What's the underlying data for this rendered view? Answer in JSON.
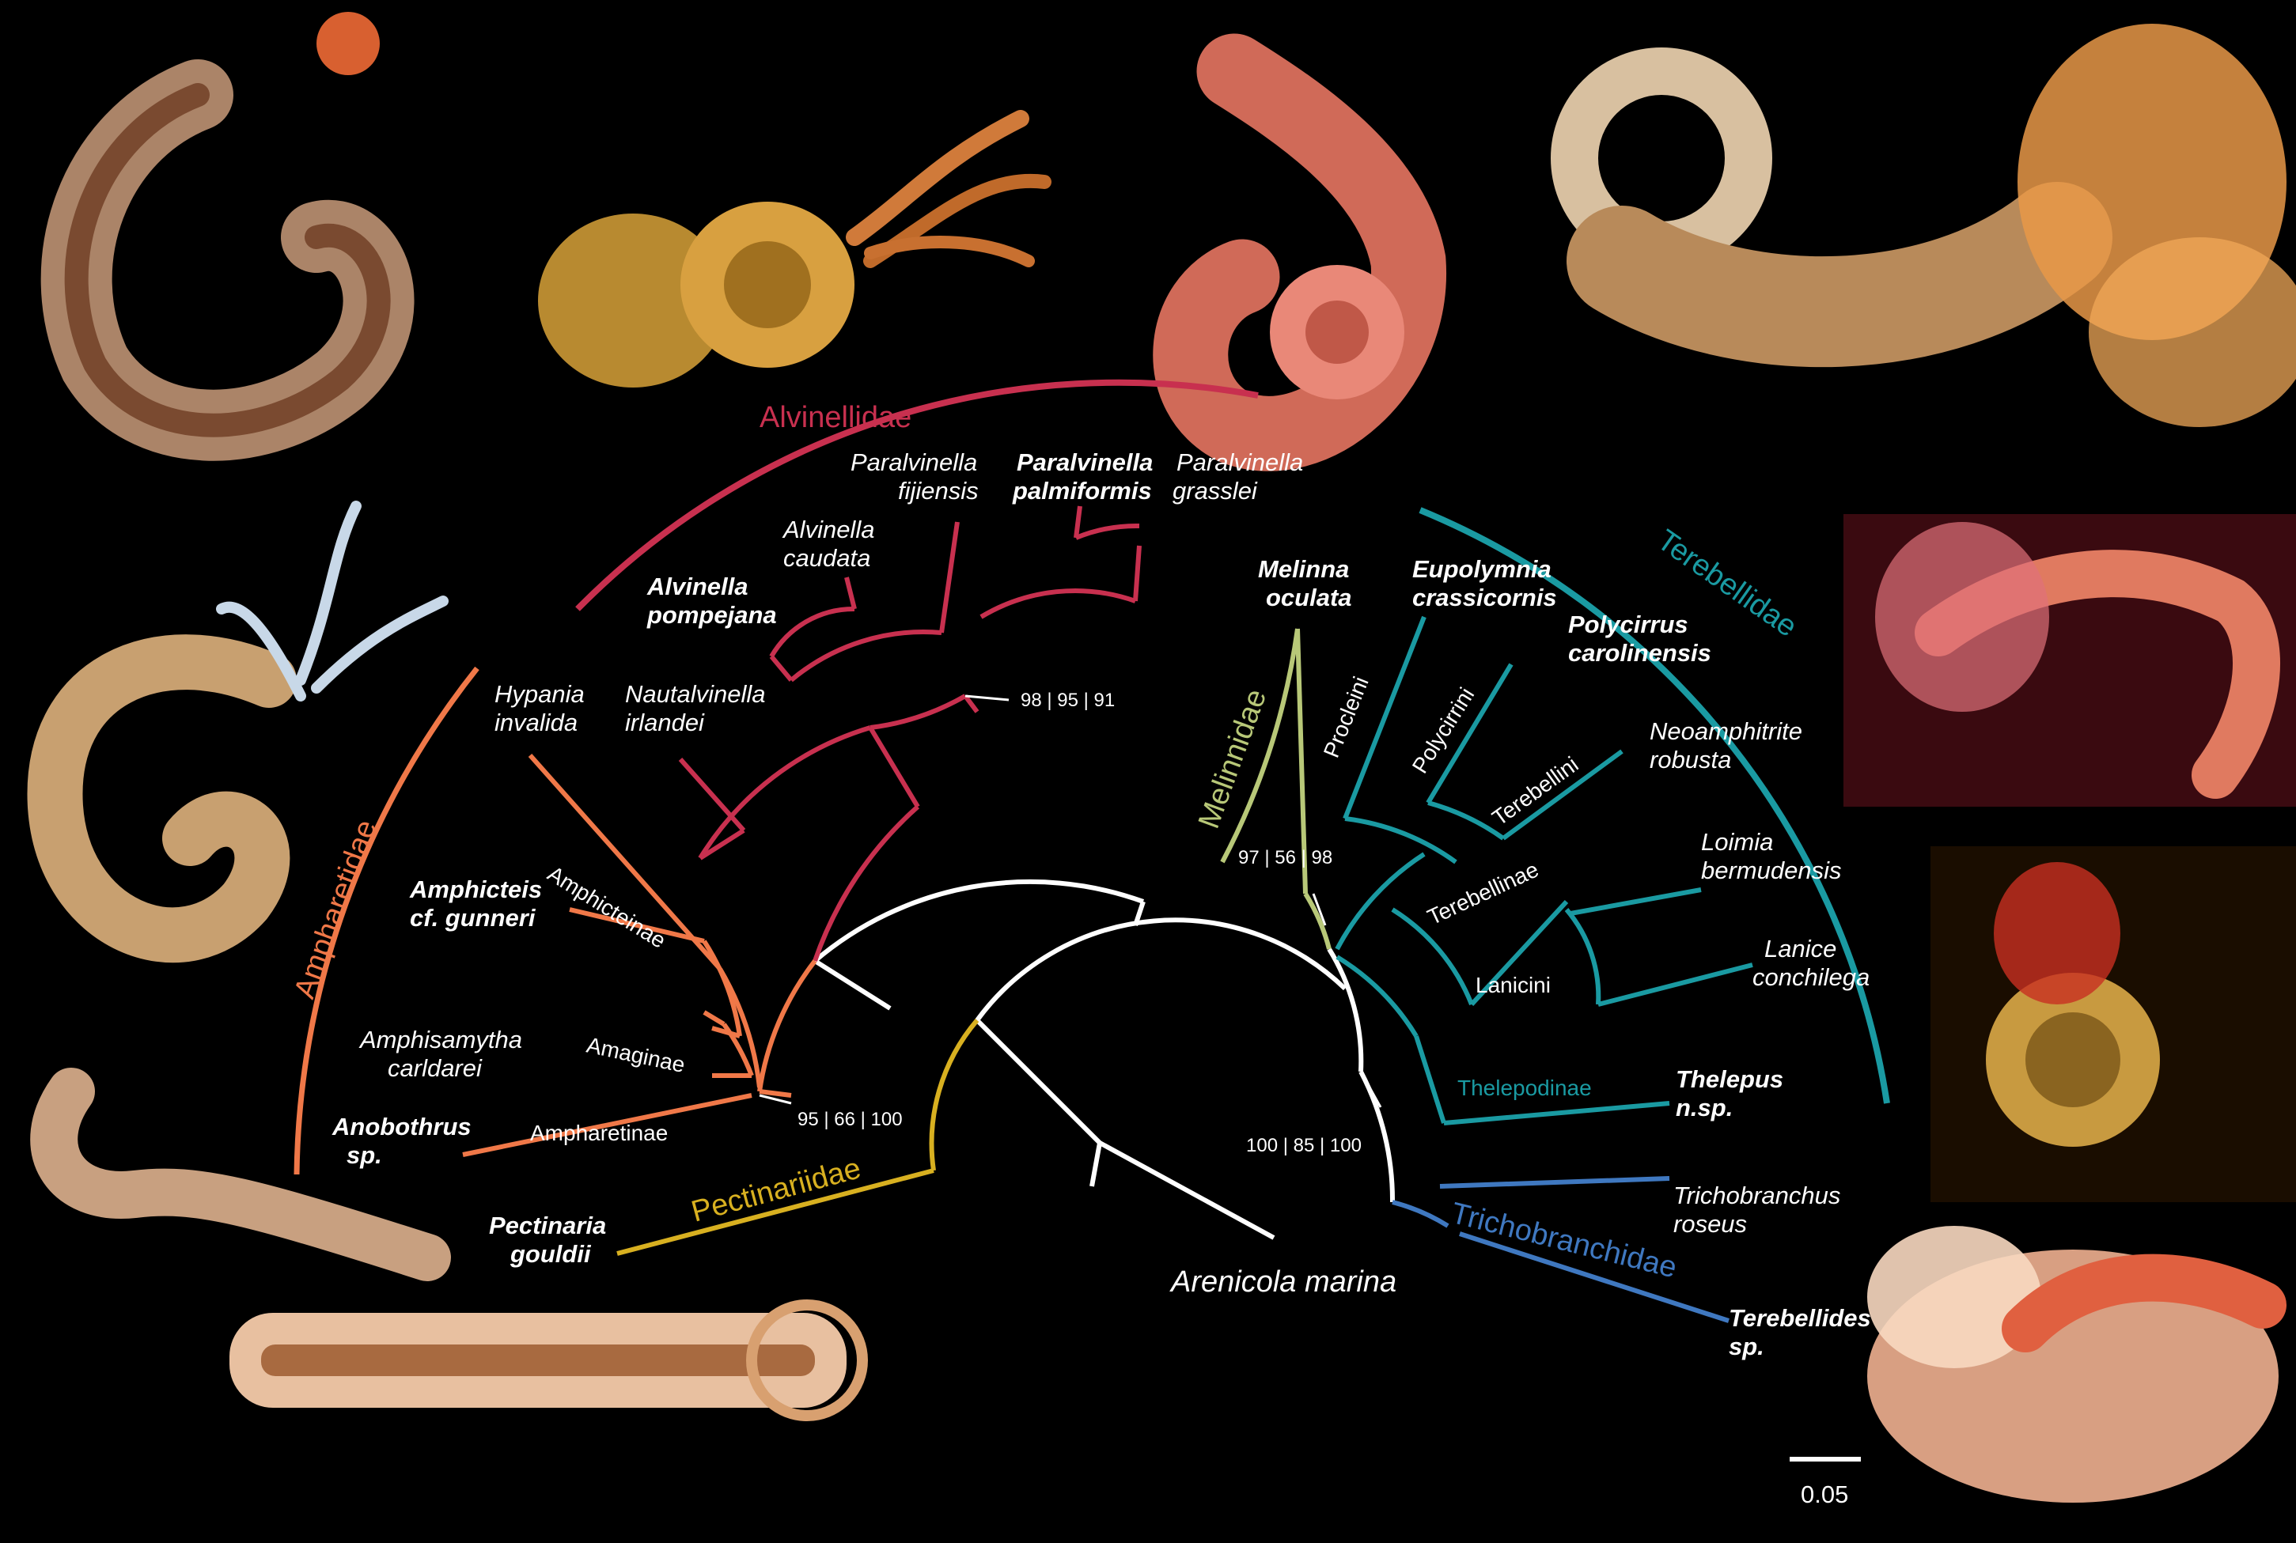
{
  "families": {
    "alvinellidae": "Alvinellidae",
    "terebellidae": "Terebellidae",
    "ampharetidae": "Ampharetidae",
    "melinnidae": "Melinnidae",
    "pectinariidae": "Pectinariidae",
    "trichobranchidae": "Trichobranchidae"
  },
  "colors": {
    "alvinellidae": "#c8304f",
    "terebellidae": "#1a9aa2",
    "ampharetidae": "#f07848",
    "melinnidae": "#b8c878",
    "pectinariidae": "#d8b020",
    "trichobranchidae": "#3f78c0",
    "backbone": "#ffffff"
  },
  "taxa": {
    "paralvinella_fijiensis": [
      "Paralvinella",
      "fijiensis"
    ],
    "paralvinella_palmiformis": [
      "Paralvinella",
      "palmiformis"
    ],
    "paralvinella_grasslei": [
      "Paralvinella",
      "grasslei"
    ],
    "alvinella_caudata": [
      "Alvinella",
      "caudata"
    ],
    "alvinella_pompejana": [
      "Alvinella",
      "pompejana"
    ],
    "nautalvinella_irlandei": [
      "Nautalvinella",
      "irlandei"
    ],
    "hypania_invalida": [
      "Hypania",
      "invalida"
    ],
    "amphicteis_gunneri": [
      "Amphicteis",
      "cf. gunneri"
    ],
    "amphisamytha_carldarei": [
      "Amphisamytha",
      "carldarei"
    ],
    "anobothrus_sp": [
      "Anobothrus",
      "sp."
    ],
    "pectinaria_gouldii": [
      "Pectinaria",
      "gouldii"
    ],
    "melinna_oculata": [
      "Melinna",
      "oculata"
    ],
    "eupolymnia_crassicornis": [
      "Eupolymnia",
      "crassicornis"
    ],
    "polycirrus_carolinensis": [
      "Polycirrus",
      "carolinensis"
    ],
    "neoamphitrite_robusta": [
      "Neoamphitrite",
      "robusta"
    ],
    "loimia_bermudensis": [
      "Loimia",
      "bermudensis"
    ],
    "lanice_conchilega": [
      "Lanice",
      "conchilega"
    ],
    "thelepus_nsp": [
      "Thelepus",
      "n.sp."
    ],
    "trichobranchus_roseus": [
      "Trichobranchus",
      "roseus"
    ],
    "terebellides_sp": [
      "Terebellides",
      "sp."
    ],
    "arenicola_marina": "Arenicola marina"
  },
  "subfamilies": {
    "amphicteinae": "Amphicteinae",
    "amaginae": "Amaginae",
    "ampharetinae": "Ampharetinae",
    "procleini": "Procleini",
    "polycirrini": "Polycirrini",
    "terebellini": "Terebellini",
    "terebellinae": "Terebellinae",
    "lanicini": "Lanicini",
    "thelepodinae": "Thelepodinae"
  },
  "support_values": {
    "alvinellidae_node": "98 | 95 | 91",
    "ampharetidae_node": "95 | 66 | 100",
    "terebellidae_node": "97 | 56 | 98",
    "terebelliform_node": "100 | 85 | 100"
  },
  "scale_bar": {
    "label": "0.05"
  },
  "photos": [
    {
      "name": "ampharetid-worm-photo",
      "tone": "#b8906a"
    },
    {
      "name": "alvinella-pompejana-photo",
      "tone": "#c98a3a"
    },
    {
      "name": "paralvinella-photo",
      "tone": "#e07a60"
    },
    {
      "name": "eupolymnia-photo",
      "tone": "#d8b888"
    },
    {
      "name": "polycirrus-photo",
      "tone": "#e0707a"
    },
    {
      "name": "hypania-photo",
      "tone": "#c0b8a0"
    },
    {
      "name": "lanice-photo",
      "tone": "#c89840"
    },
    {
      "name": "anobothrus-photo",
      "tone": "#c8a080"
    },
    {
      "name": "pectinaria-photo",
      "tone": "#e8c0a0"
    },
    {
      "name": "terebellides-photo",
      "tone": "#f0a080"
    }
  ]
}
